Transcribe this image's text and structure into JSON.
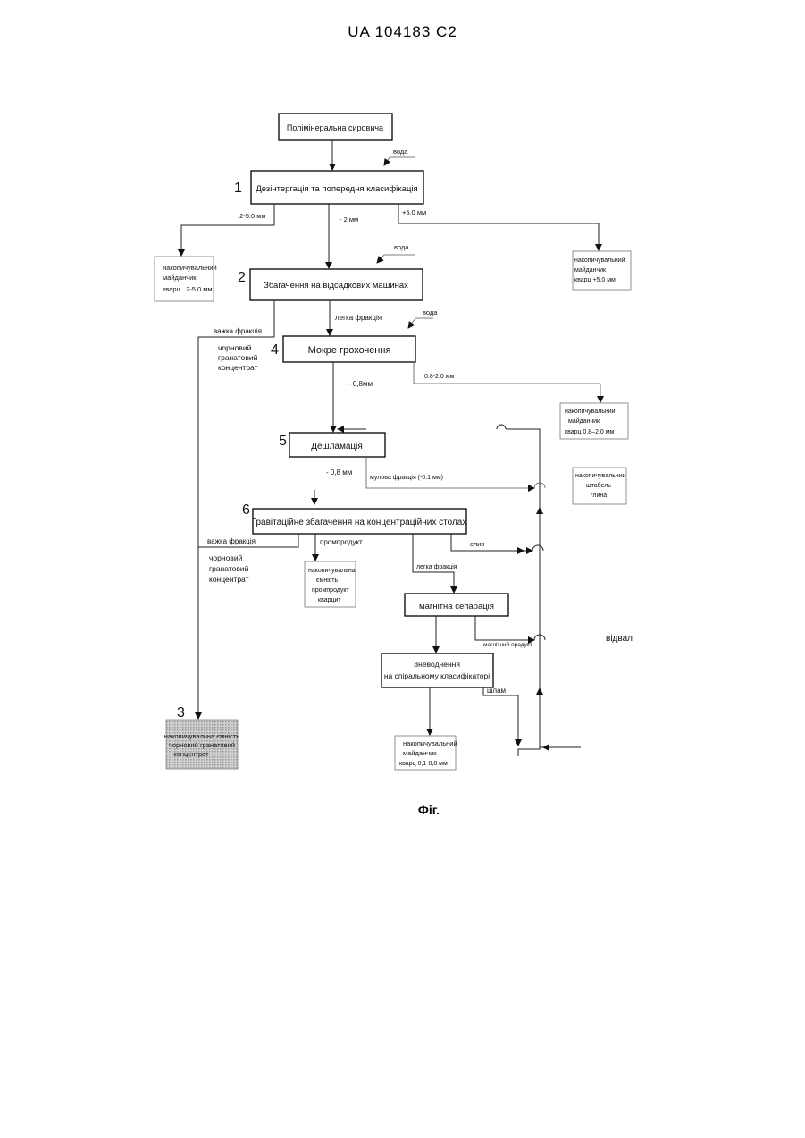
{
  "header": "UA   104183   C2",
  "caption": "Фіг.",
  "steps": {
    "raw": "Полімінеральна  сировичa",
    "s1": "Дезінтергація та попередня класифікація",
    "s2": "Збагачення  на відсадкових машинах",
    "s4": "Мокре грохочення",
    "s5": "Дешламація",
    "s6": "Гравітаційне збагачення на  концентраційних  столах",
    "mag": "магнітна сепарація",
    "dew1": "Зневоднення",
    "dew2": "на спіральному класифікаторі"
  },
  "step_numbers": [
    "1",
    "2",
    "4",
    "5",
    "6",
    "3"
  ],
  "stores": {
    "left1": [
      "накопичувальний",
      "майданчик",
      "кварц  . 2-5.0 мм"
    ],
    "right1": [
      "накопичувальний",
      "майданчик",
      "кварц  +5.0 мм"
    ],
    "right2": [
      "накопичувальнии",
      "майданчик",
      "кварц  0.8–2.0 мм"
    ],
    "clay": [
      "накопичувальнии",
      "штабель",
      "глина"
    ],
    "prom": [
      "накопичувальна",
      "ємність",
      "промпродукт",
      "кварцит"
    ],
    "quartz": [
      "накопичувальний",
      "майданчик",
      "кварц 0,1-0,8 мм"
    ],
    "garnet": [
      "накопичувальна ємність",
      "чорновий гранатовий",
      "концентрат"
    ]
  },
  "labels": {
    "voda": "вода",
    "l_2_5": ".2-5.0 мм",
    "l_minus2": "-  2 мм",
    "l_plus5": "+5.0 мм",
    "heavy": "важка фракція",
    "light": "легка фракція",
    "conc": [
      "чорновий",
      "гранатовий",
      "концентрат"
    ],
    "l_08mm": "- 0,8мм",
    "l_08_20": "0.8-2.0 мм",
    "l_08mi": "- 0,8 мм",
    "clay_frac": "мулова фракція  (-0.1 мм)",
    "prom": "промпродукт",
    "sliv": "слив",
    "mag_prod": "магнітний продукт",
    "vidval": "відвал",
    "shlam": "шлам"
  }
}
